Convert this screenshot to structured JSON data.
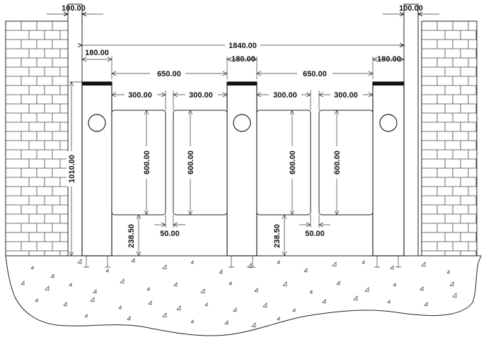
{
  "dimensions": {
    "wall_thickness": "100.00",
    "overall_width": "1840.00",
    "post_width": "180.00",
    "lane_width": "650.00",
    "flap_width": "300.00",
    "flap_height": "600.00",
    "total_height": "1010.00",
    "base_clearance": "238.50",
    "flap_bottom_gap": "50.00"
  },
  "colors": {
    "line": "#222222",
    "cap": "#111111",
    "background": "#ffffff"
  },
  "icons": {
    "reader": "circle",
    "ground_aggregate": "triangle"
  }
}
